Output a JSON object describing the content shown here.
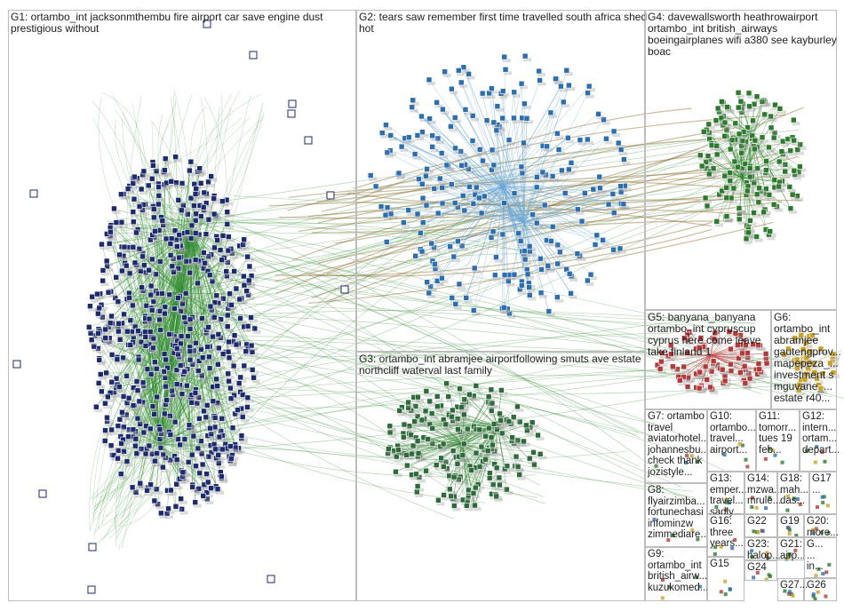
{
  "groups": [
    {
      "id": "G1",
      "lines": [
        "G1: ortambo_int jacksonmthembu fire airport car save engine dust",
        "prestigious without"
      ]
    },
    {
      "id": "G2",
      "lines": [
        "G2: tears saw remember first time travelled south africa shed",
        "hot"
      ]
    },
    {
      "id": "G3",
      "lines": [
        "G3: ortambo_int abramjee airportfollowing smuts ave estate",
        "northcliff waterval last family"
      ]
    },
    {
      "id": "G4",
      "lines": [
        "G4: davewallsworth heathrowairport",
        "ortambo_int british_airways",
        "boeingairplanes wifi a380 see kayburley",
        "boac"
      ]
    },
    {
      "id": "G5",
      "lines": [
        "G5: banyana_banyana",
        "ortambo_int cypruscup",
        "cyprus here come leave",
        "take finland 1"
      ]
    },
    {
      "id": "G6",
      "lines": [
        "G6:",
        "ortambo_int",
        "abramjee",
        "gautengprov...",
        "mapepeza_...",
        "investment s",
        "mguvane_...",
        "estate r40..."
      ]
    },
    {
      "id": "G7",
      "lines": [
        "G7: ortambo",
        "travel",
        "aviatorhotel...",
        "johannesbu...",
        "check thank",
        "jozistyle..."
      ]
    },
    {
      "id": "G8",
      "lines": [
        "G8:",
        "flyairzimba...",
        "fortunechasi",
        "infominzw",
        "zimmediare..."
      ]
    },
    {
      "id": "G9",
      "lines": [
        "G9:",
        "ortambo_int",
        "british_airw...",
        "kuzukomed..."
      ]
    },
    {
      "id": "G10",
      "lines": [
        "G10:",
        "ortambo...",
        "travel...",
        "airport..."
      ]
    },
    {
      "id": "G11",
      "lines": [
        "G11:",
        "tomorr...",
        "tues 19",
        "feb..."
      ]
    },
    {
      "id": "G12",
      "lines": [
        "G12:",
        "intern...",
        "ortam...",
        "depart..."
      ]
    },
    {
      "id": "G13",
      "lines": [
        "G13:",
        "emper...",
        "travel...",
        "sadly..."
      ]
    },
    {
      "id": "G14",
      "lines": [
        "G14:",
        "mzwa...",
        "mrule..."
      ]
    },
    {
      "id": "G18",
      "lines": [
        "G18:",
        "mah...",
        "das..."
      ]
    },
    {
      "id": "G17",
      "lines": [
        "G17",
        "..."
      ]
    },
    {
      "id": "G16",
      "lines": [
        "G16:",
        "three",
        "years..."
      ]
    },
    {
      "id": "G22",
      "lines": [
        "G22"
      ]
    },
    {
      "id": "G19",
      "lines": [
        "G19"
      ]
    },
    {
      "id": "G20",
      "lines": [
        "G20:",
        "more..."
      ]
    },
    {
      "id": "G15",
      "lines": [
        "G15"
      ]
    },
    {
      "id": "G23",
      "lines": [
        "G23:",
        "halop..."
      ]
    },
    {
      "id": "G21",
      "lines": [
        "G21:",
        "airp..."
      ]
    },
    {
      "id": "Gx",
      "lines": [
        "G...",
        "...",
        "in..."
      ]
    },
    {
      "id": "G24",
      "lines": [
        "G24"
      ]
    },
    {
      "id": "G27",
      "lines": [
        "G27..."
      ]
    },
    {
      "id": "G26",
      "lines": [
        "G26"
      ]
    }
  ]
}
